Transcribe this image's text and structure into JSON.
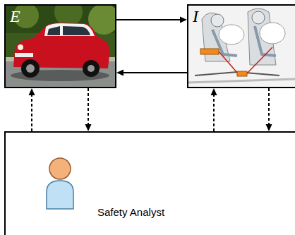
{
  "diagram": {
    "nodes": [
      {
        "text": [
          "E"
        ]
      },
      {
        "text": [
          "I"
        ]
      },
      {
        "text": [
          "Safety Analyst"
        ]
      }
    ],
    "edges": [
      {
        "from": 0,
        "to": 1,
        "arrow": "to"
      },
      {
        "from": 1,
        "to": 0,
        "arrow": "to"
      },
      {
        "from": 2,
        "to": 0,
        "arrow": "to"
      },
      {
        "from": 0,
        "to": 2,
        "arrow": "to"
      },
      {
        "from": 2,
        "to": 1,
        "arrow": "to"
      },
      {
        "from": 1,
        "to": 2,
        "arrow": "to"
      }
    ]
  }
}
